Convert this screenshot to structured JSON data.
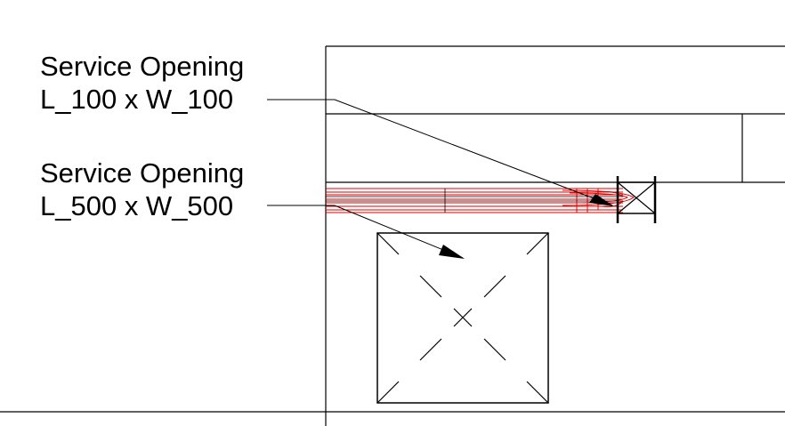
{
  "annotations": [
    {
      "line1": "Service Opening",
      "line2": "L_100 x W_100"
    },
    {
      "line1": "Service Opening",
      "line2": "L_500 x W_500"
    }
  ],
  "colors": {
    "linework": "#000000",
    "service_run": "#e00000",
    "background": "#ffffff"
  },
  "icons": {
    "small_opening": "crossed-box-symbol",
    "large_opening": "crossed-square-with-center-x-symbol",
    "leader_end": "arrowhead"
  }
}
